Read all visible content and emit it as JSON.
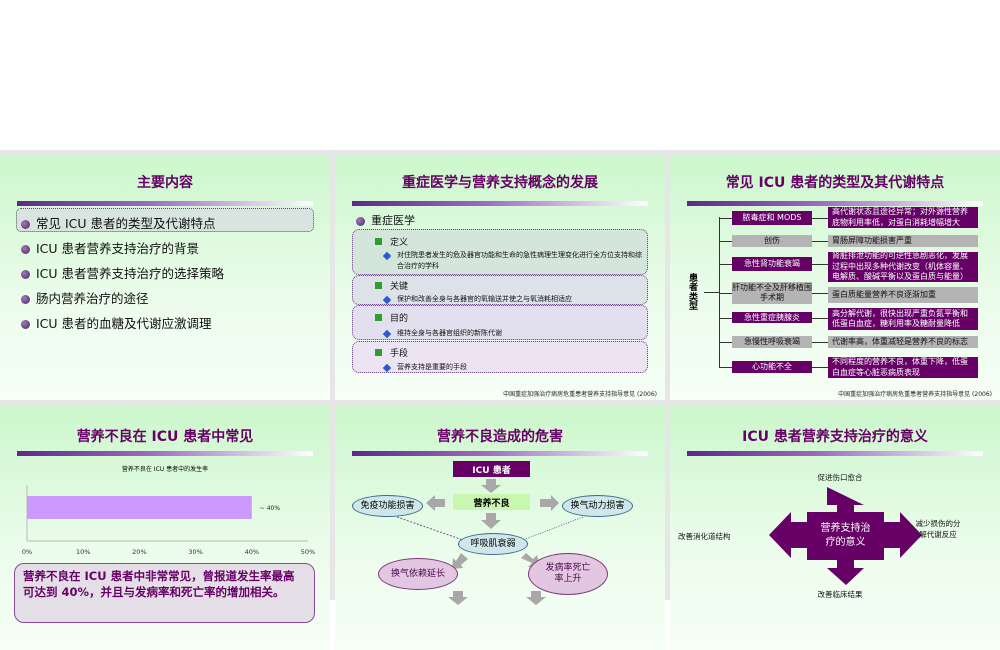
{
  "slides": {
    "s1": {
      "title": "主要内容",
      "items": [
        "常见 ICU 患者的类型及代谢特点",
        "ICU 患者营养支持治疗的背景",
        "ICU 患者营养支持治疗的选择策略",
        "肠内营养治疗的途径",
        "ICU 患者的血糖及代谢应激调理"
      ]
    },
    "s2": {
      "title": "重症医学与营养支持概念的发展",
      "bullet": "重症医学",
      "groups": [
        {
          "head": "定义",
          "text": "对住院患者发生的危及器官功能和生命的急性病理生理变化进行全方位支持和综合治疗的学科"
        },
        {
          "head": "关键",
          "text": "保护和改善全身与各器官的氧输送并使之与氧消耗相适应"
        },
        {
          "head": "目的",
          "text": "维持全身与各器官组织的新陈代谢"
        },
        {
          "head": "手段",
          "text": "营养支持是重要的手段"
        }
      ],
      "footnote": "中国重症加强治疗病房危重患者营养支持指导意见 (2006)"
    },
    "s3": {
      "title": "常见 ICU 患者的类型及其代谢特点",
      "label": "患者类型",
      "rows": [
        {
          "type": "脓毒症和 MODS",
          "desc": "高代谢状态且途径异常；对外源性营养底物利用率低，对蛋白消耗增幅增大",
          "style": "purple"
        },
        {
          "type": "创伤",
          "desc": "胃肠屏障功能损害严重",
          "style": "gray"
        },
        {
          "type": "急性肾功能衰竭",
          "desc": "肾脏排泄功能的可逆性急剧恶化，发展过程中出现多种代谢改变（机体容量、电解质、酸碱平衡以及蛋白质与能量）",
          "style": "purple"
        },
        {
          "type": "肝功能不全及肝移植围手术期",
          "desc": "蛋白质能量营养不良逐渐加重",
          "style": "gray"
        },
        {
          "type": "急性重症胰腺炎",
          "desc": "高分解代谢，很快出现严重负氮平衡和低蛋白血症，糖利用率及糖耐量降低",
          "style": "purple"
        },
        {
          "type": "急慢性呼吸衰竭",
          "desc": "代谢率高，体重减轻是营养不良的标志",
          "style": "gray"
        },
        {
          "type": "心功能不全",
          "desc": "不同程度的营养不良，体重下降，低蛋白血症等心脏恶病质表现",
          "style": "purple"
        }
      ],
      "footnote": "中国重症加强治疗病房危重患者营养支持指导意见 (2006)"
    },
    "s4": {
      "title": "营养不良在 ICU 患者中常见",
      "note": "营养不良在 ICU 患者中非常常见，曾报道发生率最高可达到 40%，并且与发病率和死亡率的增加相关。"
    },
    "s5": {
      "title": "营养不良造成的危害",
      "nodes": {
        "icu": "ICU 患者",
        "malnutrition": "营养不良",
        "immune": "免疫功能损害",
        "ventilation_power": "换气动力损害",
        "resp_muscle": "呼吸肌衰弱",
        "vent_dependence": "换气依赖延长",
        "morbidity": "发病率死亡率上升"
      }
    },
    "s6": {
      "title": "ICU 患者营养支持治疗的意义",
      "center": "营养支持治疗的意义",
      "up": "促进伤口愈合",
      "left": "改善消化道结构",
      "right": "减少损伤的分解代谢反应",
      "down": "改善临床结果"
    }
  },
  "chart_data": {
    "type": "bar",
    "title": "营养不良在 ICU 患者中的发生率",
    "categories": [
      ""
    ],
    "values": [
      40
    ],
    "data_labels": [
      "~ 40%"
    ],
    "xlim": [
      0,
      50
    ],
    "ticks": [
      "0%",
      "10%",
      "20%",
      "30%",
      "40%",
      "50%"
    ],
    "orientation": "horizontal",
    "color": "#cc99ff",
    "grid": false
  },
  "colors": {
    "purple": "#660066",
    "bar": "#cc99ff"
  }
}
